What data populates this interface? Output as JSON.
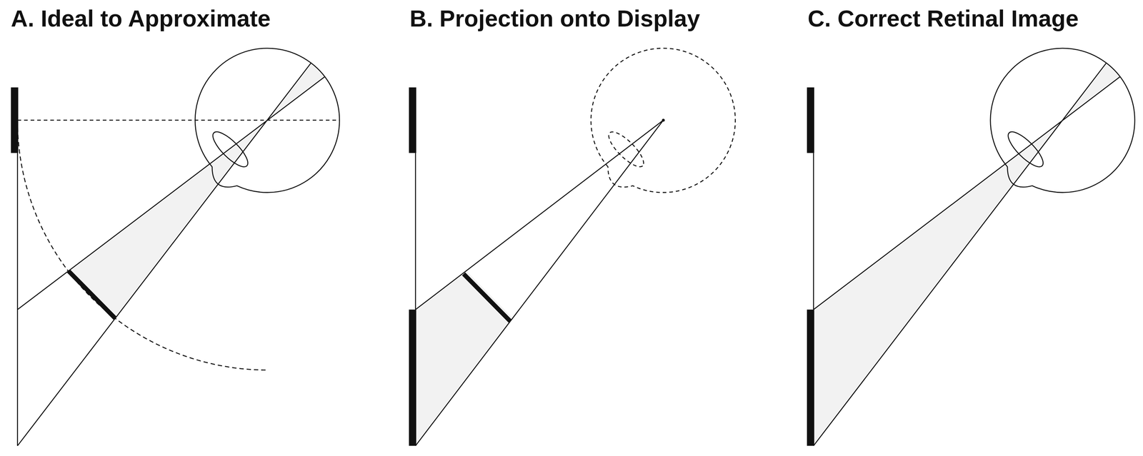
{
  "diagram": {
    "labels": [
      "A. Ideal to Approximate",
      "B. Projection onto Display",
      "C. Correct Retinal Image"
    ]
  }
}
